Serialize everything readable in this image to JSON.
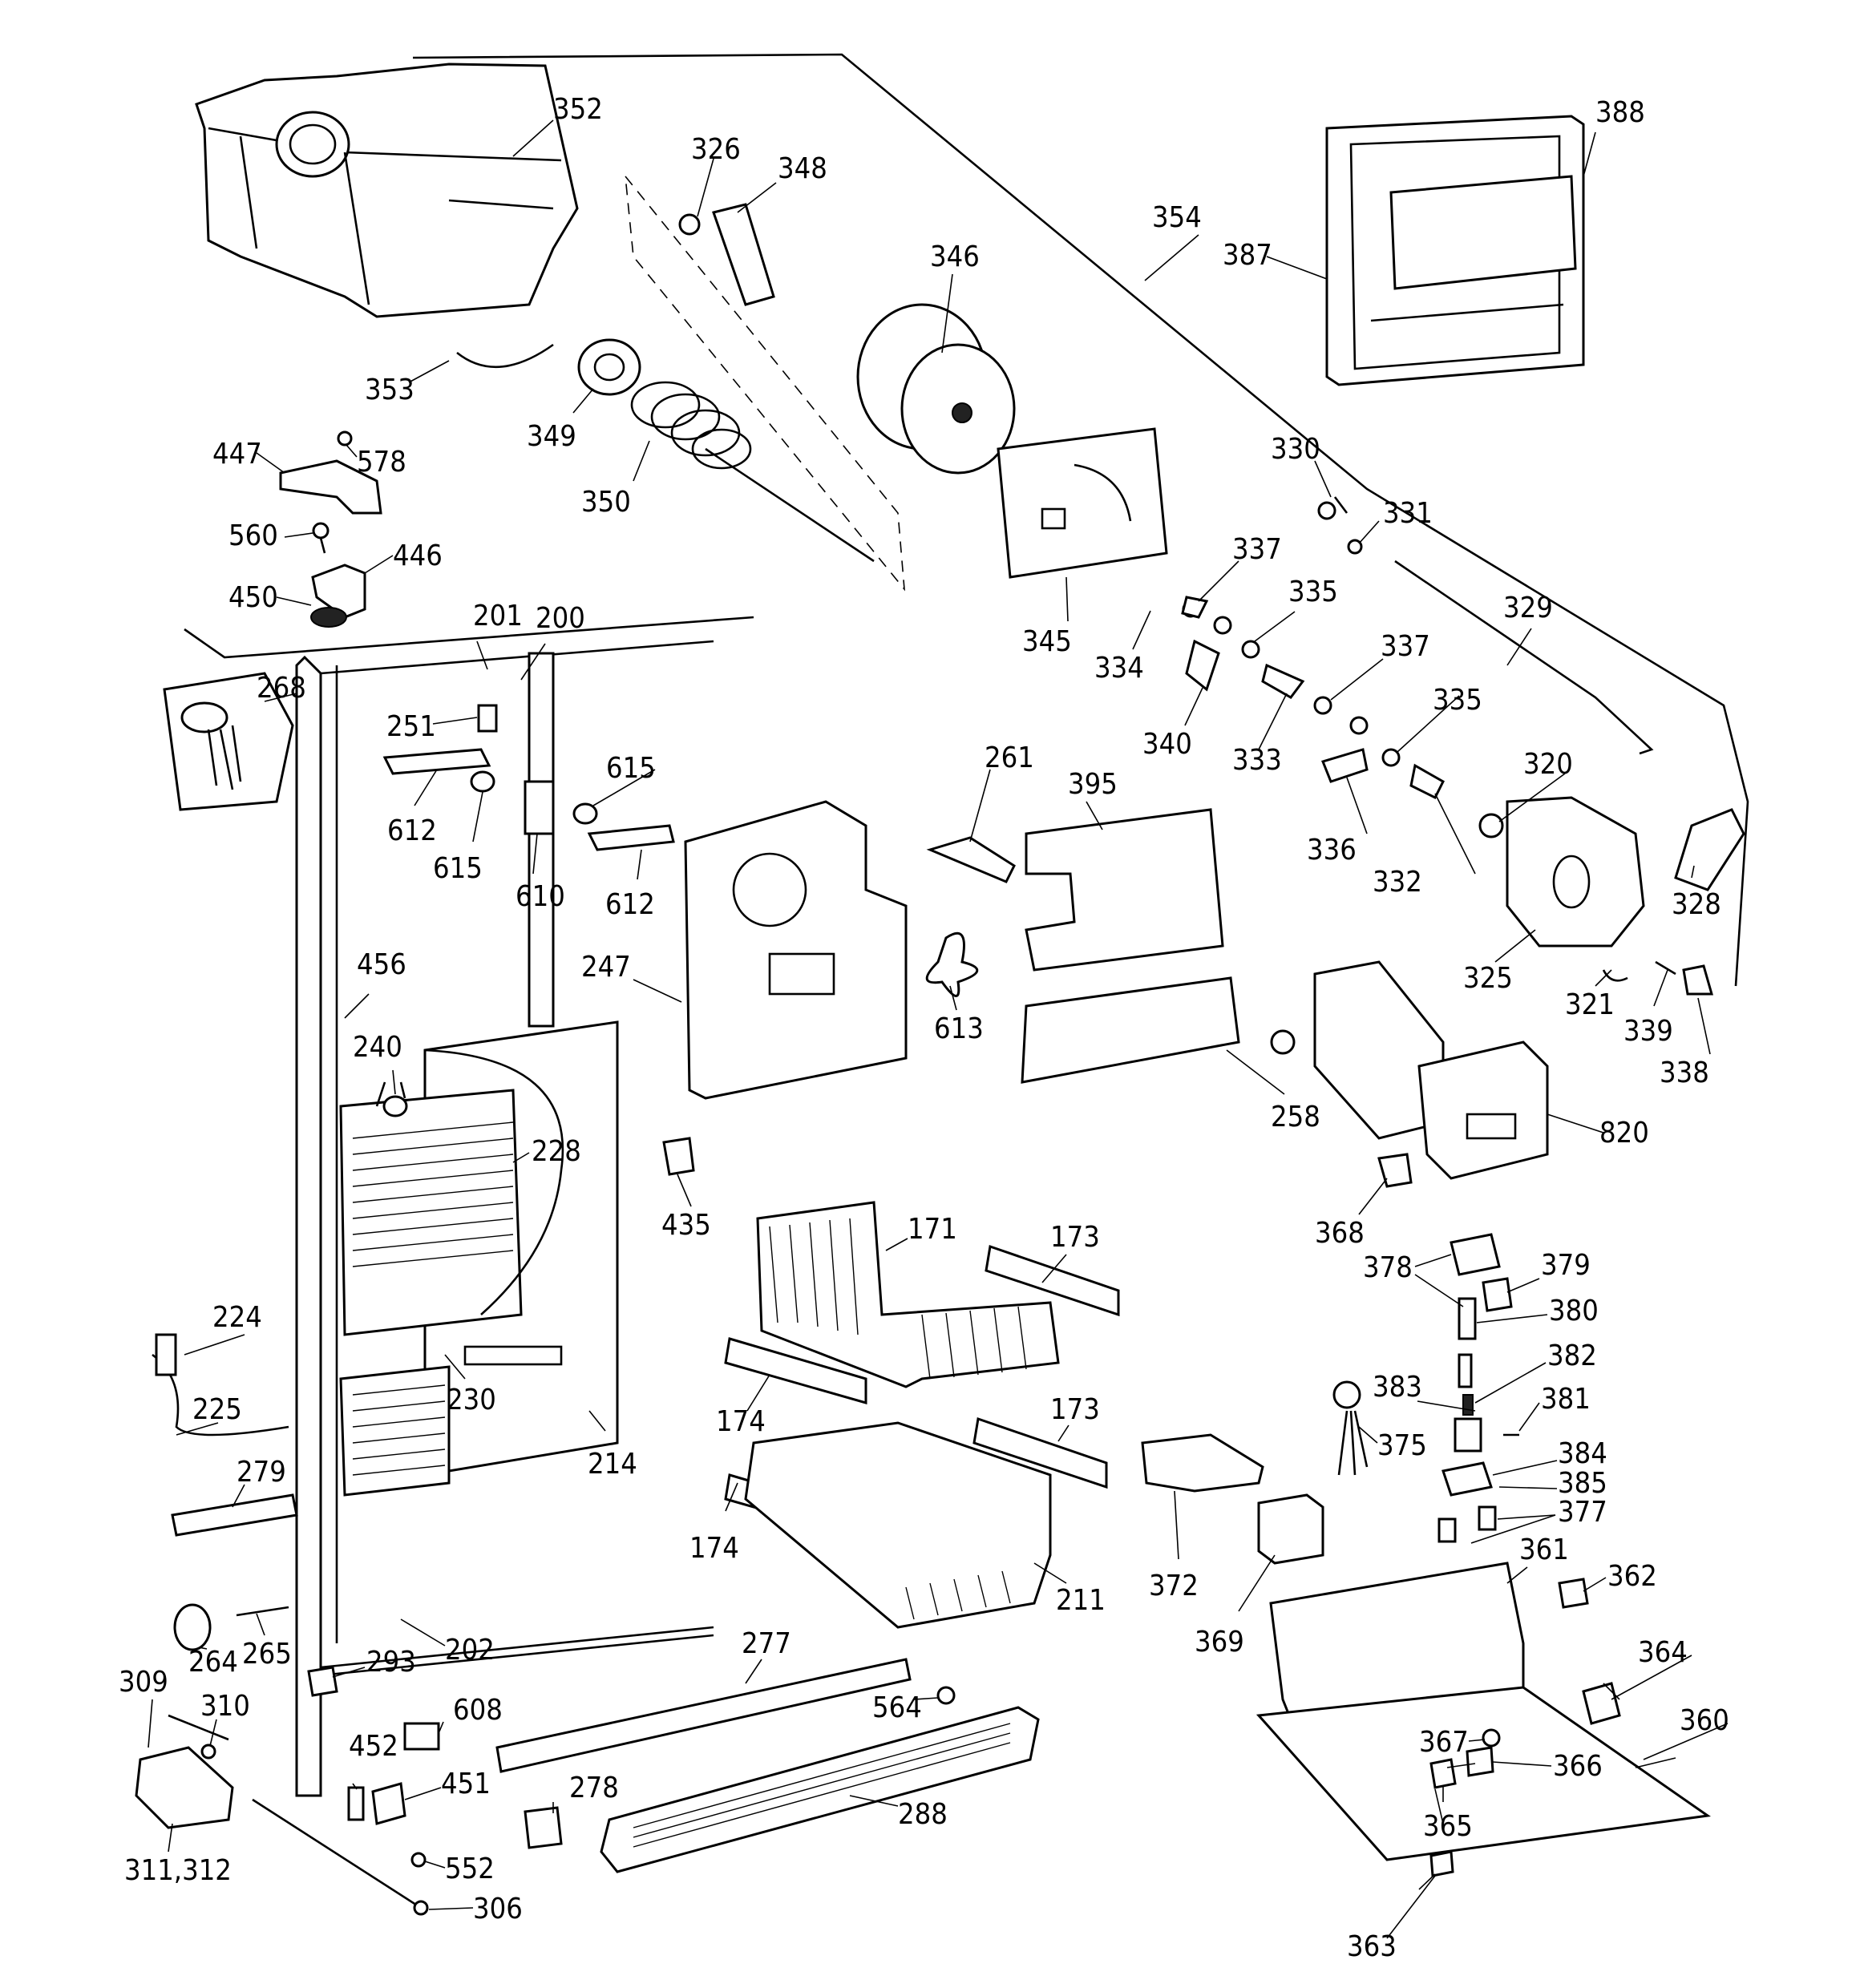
{
  "diagram": {
    "parts": [
      "352",
      "326",
      "348",
      "346",
      "388",
      "354",
      "387",
      "353",
      "349",
      "350",
      "447",
      "578",
      "560",
      "446",
      "450",
      "330",
      "331",
      "345",
      "337",
      "334",
      "335",
      "340",
      "337",
      "333",
      "335",
      "336",
      "332",
      "329",
      "320",
      "325",
      "321",
      "328",
      "339",
      "338",
      "201",
      "200",
      "268",
      "251",
      "612",
      "615",
      "615",
      "610",
      "612",
      "261",
      "395",
      "247",
      "613",
      "258",
      "820",
      "456",
      "240",
      "228",
      "230",
      "214",
      "435",
      "171",
      "173",
      "174",
      "173",
      "174",
      "211",
      "368",
      "378",
      "379",
      "380",
      "382",
      "383",
      "381",
      "375",
      "384",
      "385",
      "377",
      "372",
      "369",
      "361",
      "362",
      "224",
      "225",
      "279",
      "264",
      "265",
      "293",
      "202",
      "277",
      "309",
      "310",
      "608",
      "564",
      "364",
      "452",
      "451",
      "278",
      "288",
      "367",
      "366",
      "360",
      "311,312",
      "552",
      "306",
      "365",
      "363"
    ]
  }
}
